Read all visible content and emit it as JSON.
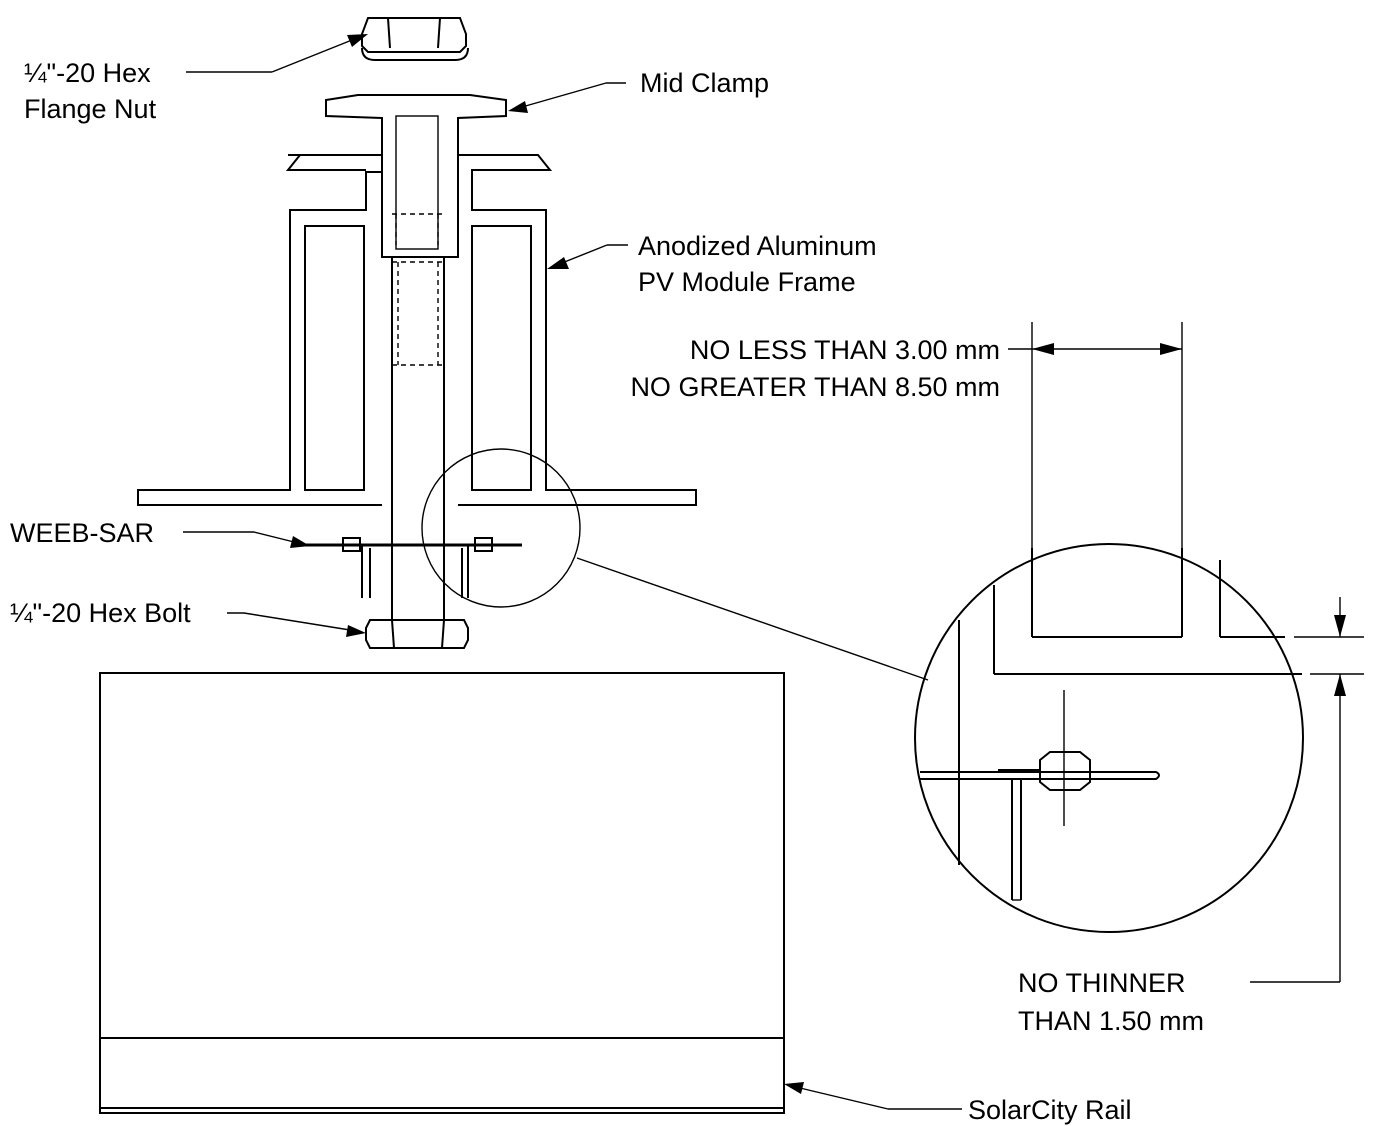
{
  "labels": {
    "flange_nut_line1": "¼\"-20 Hex",
    "flange_nut_line2": "Flange Nut",
    "mid_clamp": "Mid Clamp",
    "frame_line1": "Anodized Aluminum",
    "frame_line2": "PV Module Frame",
    "gap_min": "NO LESS THAN 3.00 mm",
    "gap_max": "NO GREATER THAN 8.50 mm",
    "weeb": "WEEB-SAR",
    "hex_bolt": "¼\"-20 Hex Bolt",
    "thickness_line1": "NO THINNER",
    "thickness_line2": "THAN 1.50 mm",
    "rail": "SolarCity Rail"
  }
}
